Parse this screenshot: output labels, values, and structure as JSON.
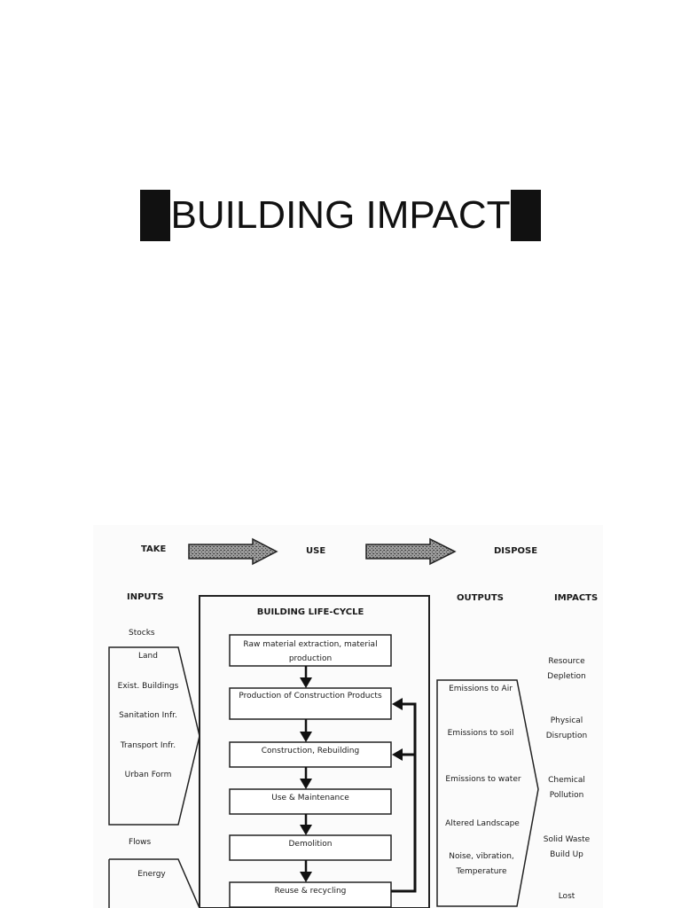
{
  "title": "BUILDING IMPACT",
  "diagram": {
    "flow_labels": [
      "TAKE",
      "USE",
      "DISPOSE"
    ],
    "inputs_header": "INPUTS",
    "inputs": {
      "stocks_label": "Stocks",
      "stocks": [
        "Land",
        "Exist. Buildings",
        "Sanitation Infr.",
        "Transport Infr.",
        "Urban Form"
      ],
      "flows_label": "Flows",
      "flows": [
        "Energy"
      ]
    },
    "lifecycle_header": "BUILDING LIFE-CYCLE",
    "lifecycle_steps": [
      "Raw material extraction, material production",
      "Production of Construction Products",
      "Construction, Rebuilding",
      "Use & Maintenance",
      "Demolition",
      "Reuse & recycling"
    ],
    "outputs_header": "OUTPUTS",
    "outputs": [
      "Emissions to Air",
      "Emissions to soil",
      "Emissions to water",
      "Altered Landscape",
      "Noise, vibration, Temperature"
    ],
    "impacts_header": "IMPACTS",
    "impacts": [
      "Resource Depletion",
      "Physical Disruption",
      "Chemical Pollution",
      "Solid Waste Build Up",
      "Lost"
    ]
  }
}
